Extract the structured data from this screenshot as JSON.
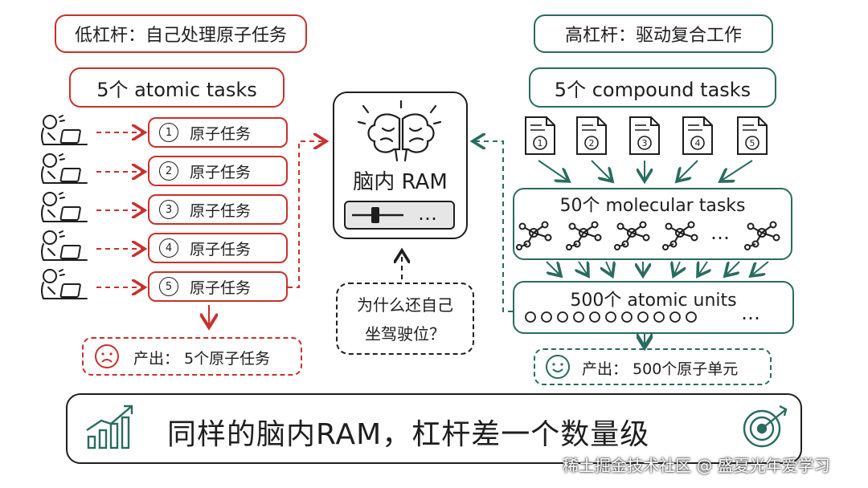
{
  "left": {
    "title": "低杠杆：自己处理原子任务",
    "header": "5个 atomic tasks",
    "tasks": [
      {
        "num": "1",
        "label": "原子任务"
      },
      {
        "num": "2",
        "label": "原子任务"
      },
      {
        "num": "3",
        "label": "原子任务"
      },
      {
        "num": "4",
        "label": "原子任务"
      },
      {
        "num": "5",
        "label": "原子任务"
      }
    ],
    "output": "产出：  5个原子任务"
  },
  "center": {
    "ram_label": "脑内 RAM",
    "question_line1": "为什么还自己",
    "question_line2": "坐驾驶位？",
    "dots": "…"
  },
  "right": {
    "title": "高杠杆：驱动复合工作",
    "header": "5个 compound tasks",
    "docs": [
      "1",
      "2",
      "3",
      "4",
      "5"
    ],
    "molecular": "50个 molecular tasks",
    "molecular_dots": "…",
    "atomic": "500个 atomic units",
    "atomic_dots": "…",
    "output": "产出：  500个原子单元"
  },
  "banner": {
    "text": "同样的脑内RAM，杠杆差一个数量级"
  },
  "watermark": "稀土掘金技术社区 @ 盛夏光年爱学习",
  "colors": {
    "red": "#c9302c",
    "teal": "#2a6b5f",
    "ink": "#1e1e1e"
  }
}
